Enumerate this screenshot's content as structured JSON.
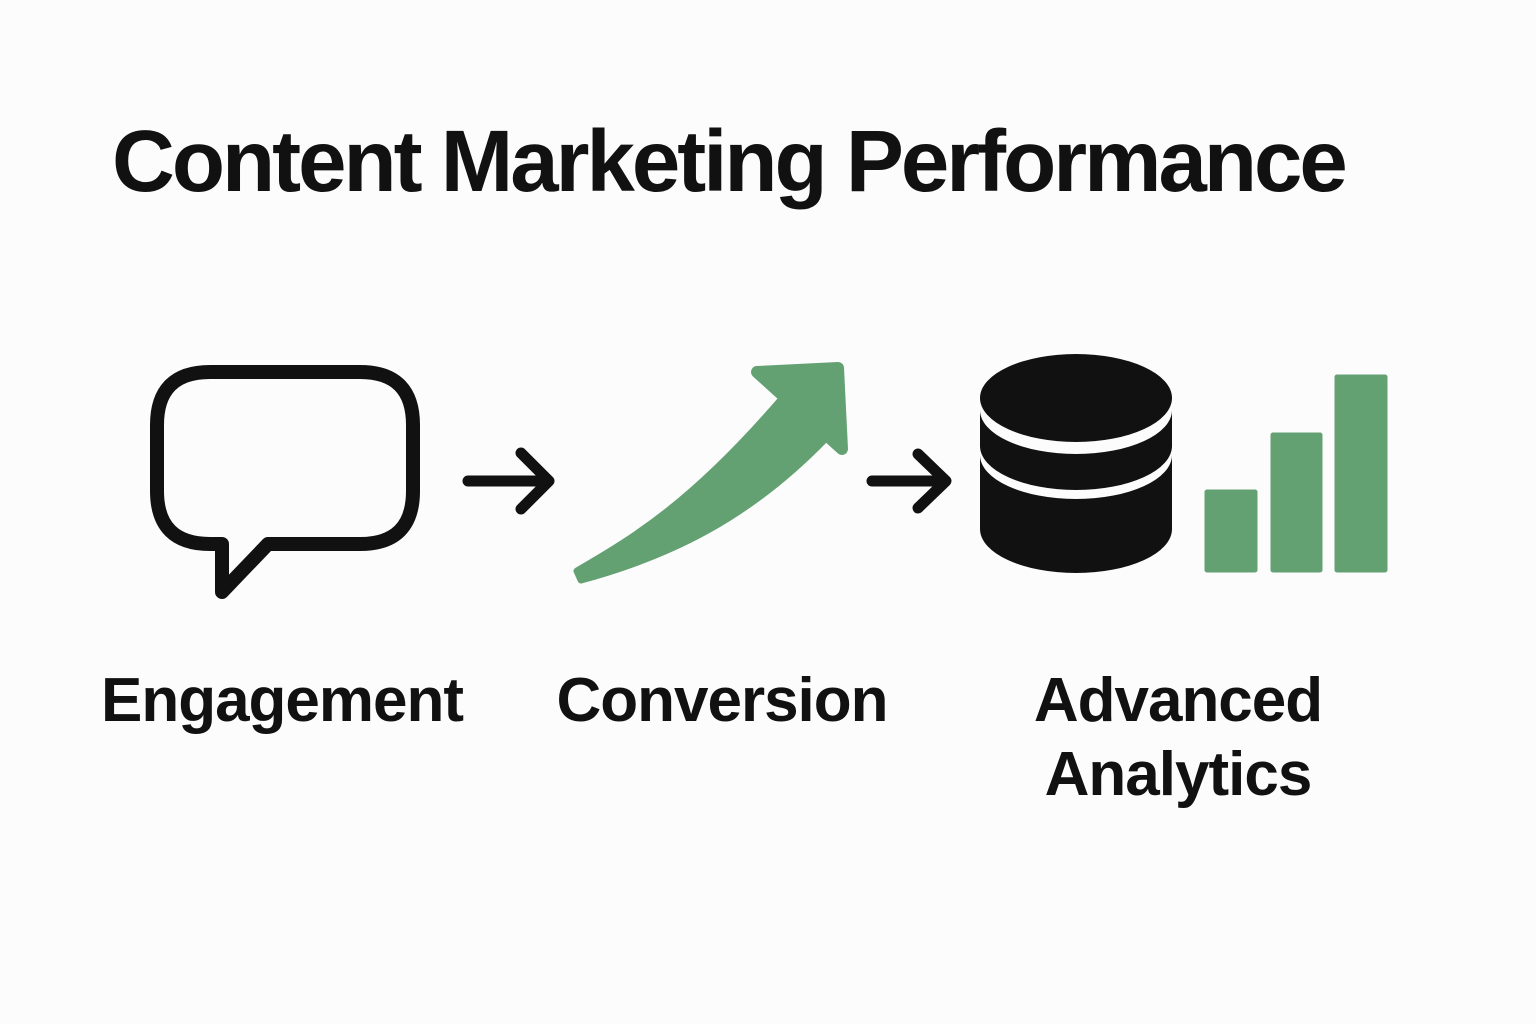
{
  "title": "Content Marketing Performance",
  "colors": {
    "background": "#fcfcfc",
    "ink": "#111111",
    "green": "#63a173"
  },
  "flow": {
    "stages": [
      {
        "label": "Engagement",
        "icon": "speech-bubble-icon"
      },
      {
        "label": "Conversion",
        "icon": "growth-arrow-icon"
      },
      {
        "label": "Advanced Analytics",
        "icons": [
          "database-icon",
          "bar-chart-icon"
        ]
      }
    ],
    "connector_icon": "right-arrow-icon",
    "bar_chart_icon_relative_heights": [
      82,
      139,
      197
    ]
  }
}
